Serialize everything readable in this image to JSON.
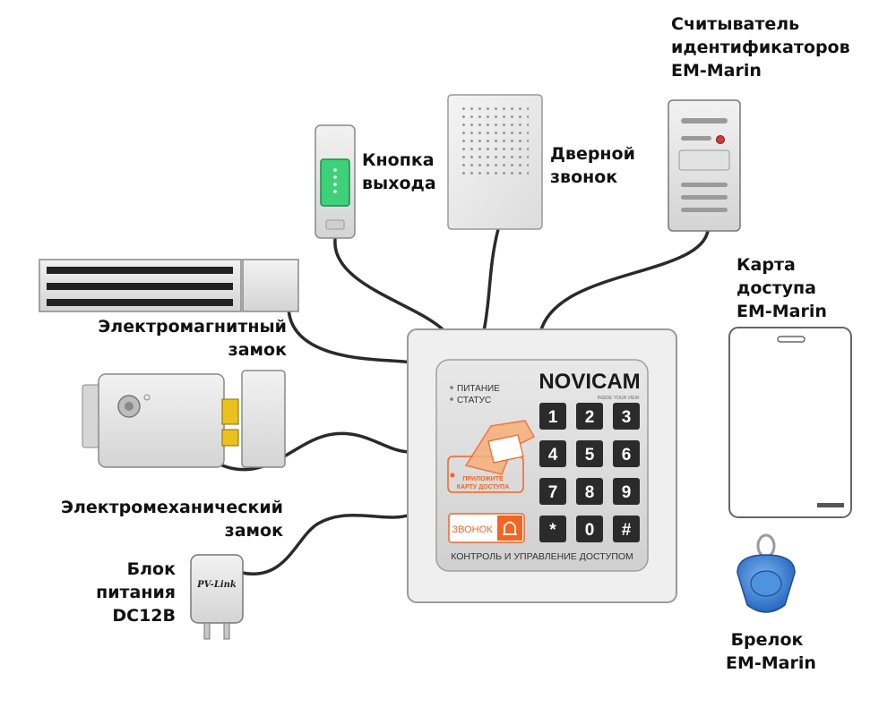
{
  "labels": {
    "reader": [
      "Считыватель",
      "идентификаторов",
      "EM-Marin"
    ],
    "exit_button": [
      "Кнопка",
      "выхода"
    ],
    "door_bell": [
      "Дверной",
      "звонок"
    ],
    "card": [
      "Карта",
      "доступа",
      "EM-Marin"
    ],
    "magnetic_lock": [
      "Электромагнитный",
      "замок"
    ],
    "mechanical_lock": [
      "Электромеханический",
      "замок"
    ],
    "power_supply": [
      "Блок",
      "питания",
      "DC12B"
    ],
    "keyfob": [
      "Брелок",
      "EM-Marin"
    ]
  },
  "controller": {
    "brand": "NOVICAM",
    "brand_tagline": "INSIDE YOUR VIEW",
    "indicators": [
      "ПИТАНИЕ",
      "СТАТУС"
    ],
    "card_prompt": [
      "ПРИЛОЖИТЕ",
      "КАРТУ ДОСТУПА"
    ],
    "bell_button": "ЗВОНОК",
    "keys": [
      "1",
      "2",
      "3",
      "4",
      "5",
      "6",
      "7",
      "8",
      "9",
      "*",
      "0",
      "#"
    ],
    "footer": "КОНТРОЛЬ И УПРАВЛЕНИЕ ДОСТУПОМ"
  },
  "power_brand": "PV-Link",
  "colors": {
    "brand_orange": "#f26522",
    "key_dark": "#2b2b2b",
    "exit_button_green": "#3fd07a",
    "fob_blue": "#2f7fd6",
    "bolt_yellow": "#e9c21b"
  }
}
